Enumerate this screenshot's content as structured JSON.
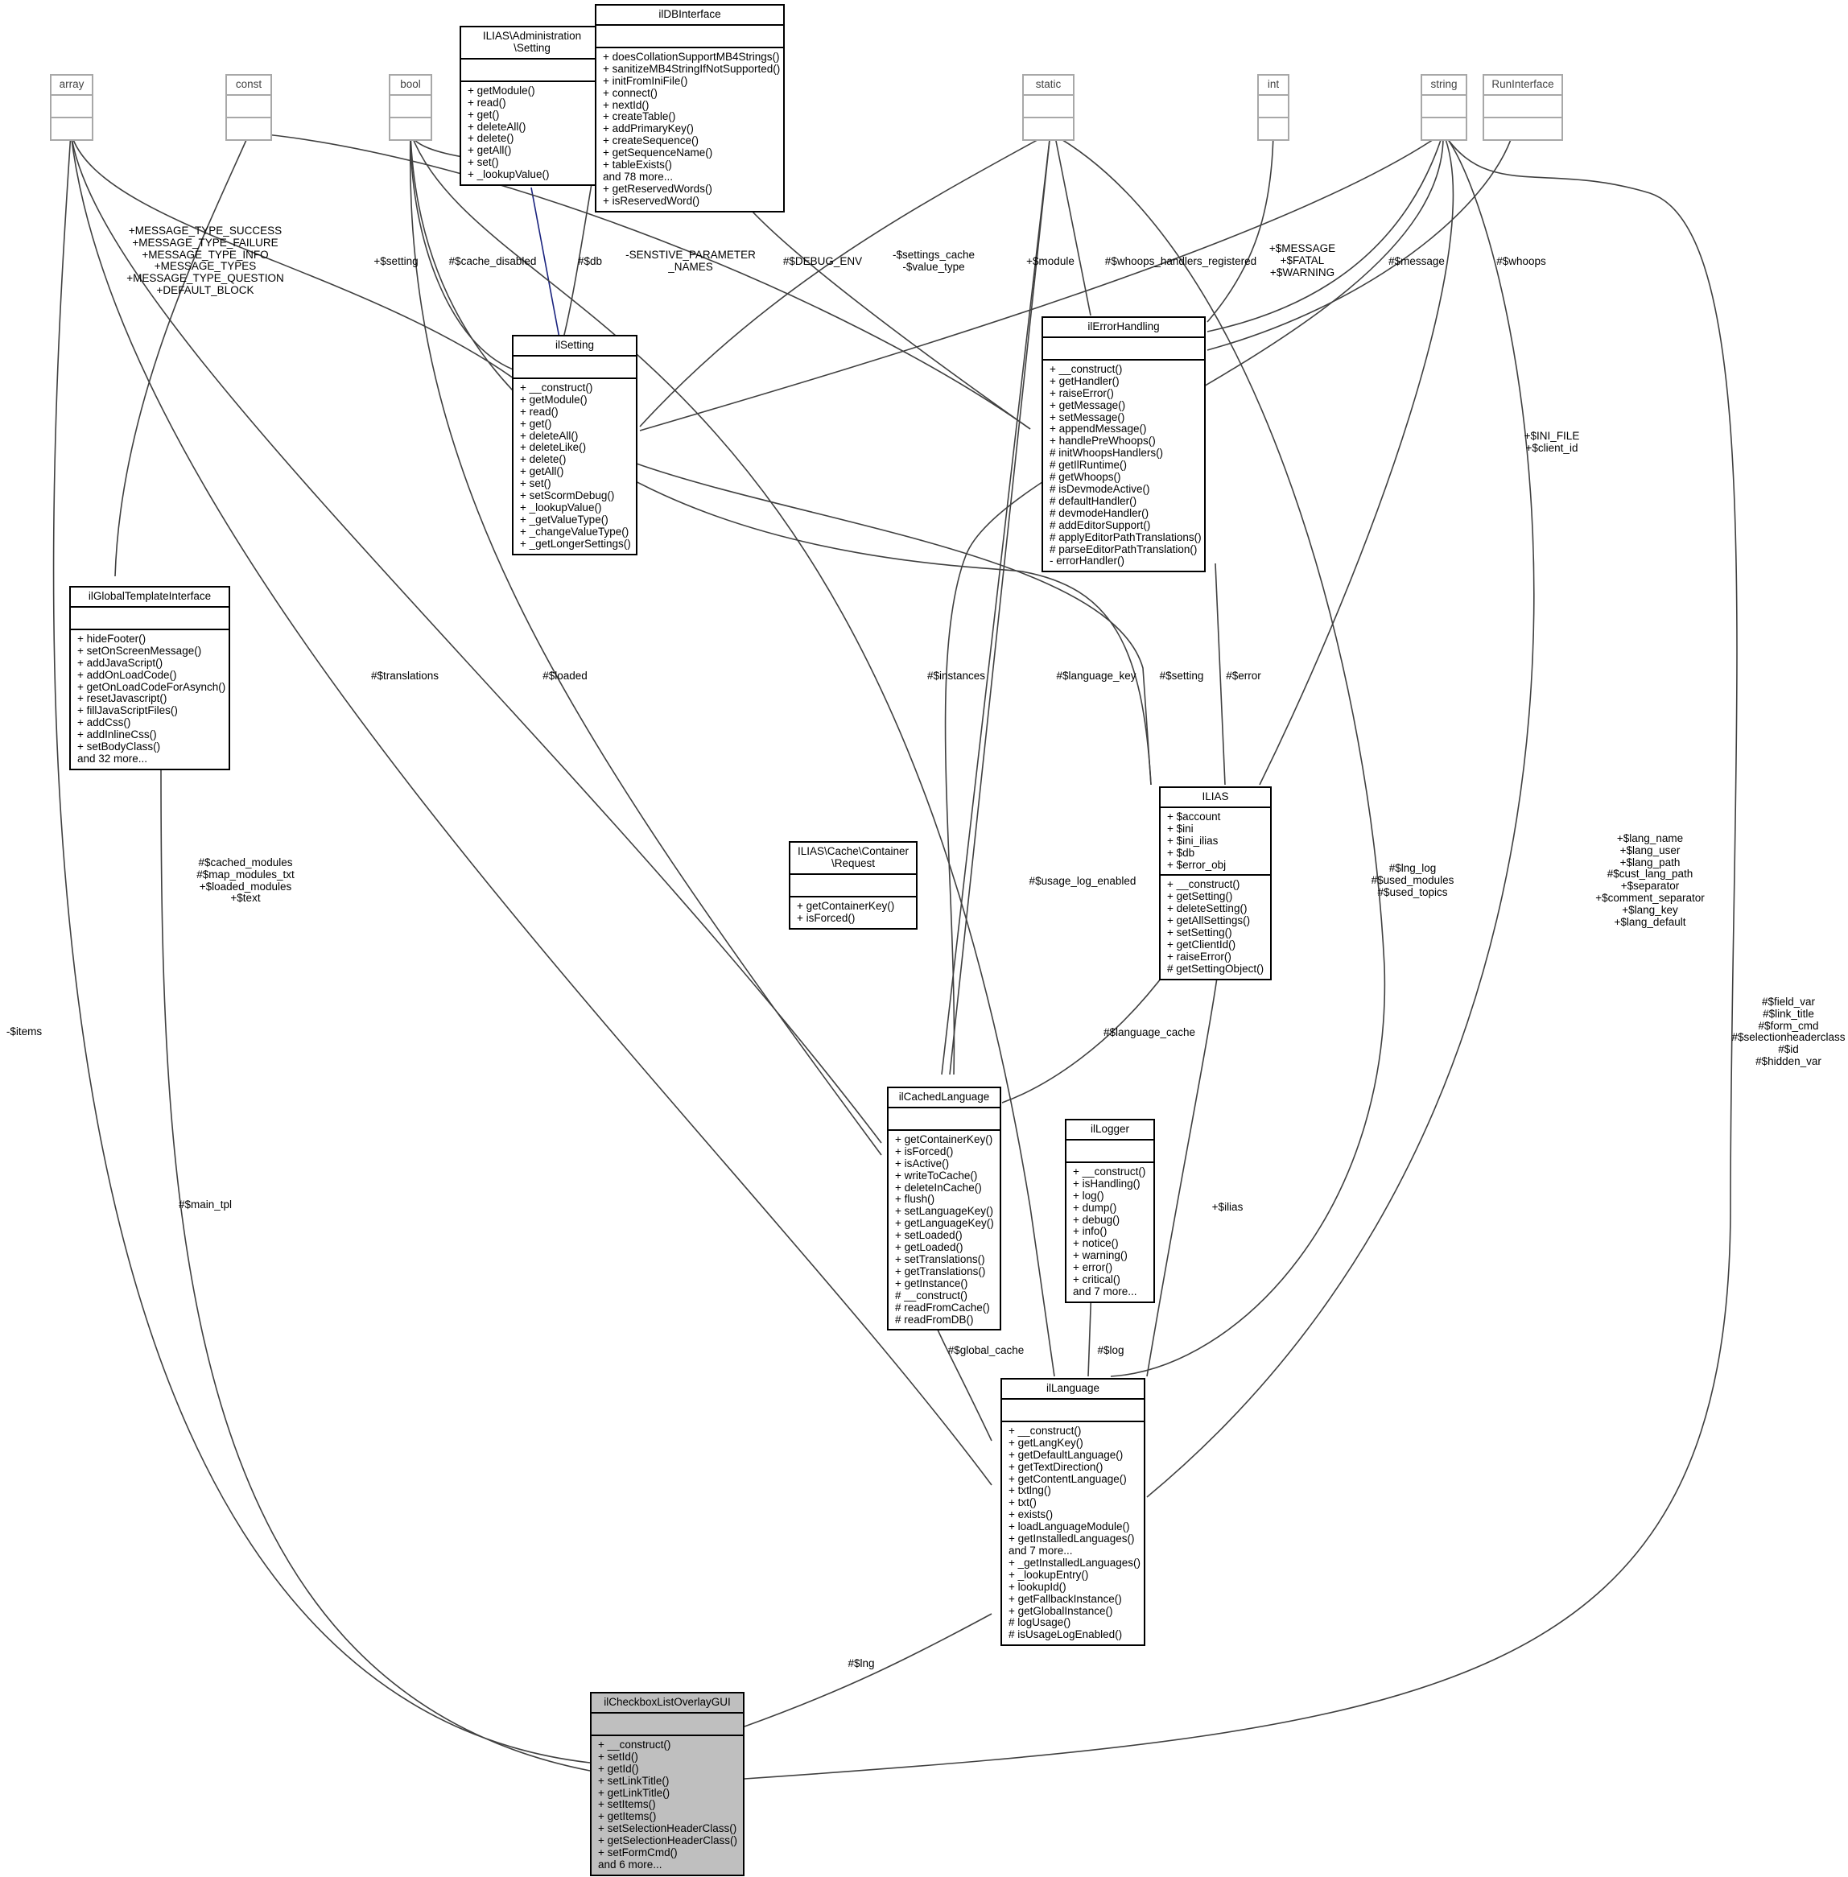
{
  "classes": {
    "array": {
      "name": "array",
      "attrs": [],
      "methods": []
    },
    "const": {
      "name": "const",
      "attrs": [],
      "methods": []
    },
    "bool": {
      "name": "bool",
      "attrs": [],
      "methods": []
    },
    "static": {
      "name": "static",
      "attrs": [],
      "methods": []
    },
    "int": {
      "name": "int",
      "attrs": [],
      "methods": []
    },
    "string": {
      "name": "string",
      "attrs": [],
      "methods": []
    },
    "runinterface": {
      "name": "RunInterface",
      "attrs": [],
      "methods": []
    },
    "admin_setting": {
      "name": "ILIAS\\Administration\n\\Setting",
      "attrs": [],
      "methods": [
        "+ getModule()",
        "+ read()",
        "+ get()",
        "+ deleteAll()",
        "+ delete()",
        "+ getAll()",
        "+ set()",
        "+ _lookupValue()"
      ]
    },
    "ildbinterface": {
      "name": "ilDBInterface",
      "attrs": [],
      "methods": [
        "+ doesCollationSupportMB4Strings()",
        "+ sanitizeMB4StringIfNotSupported()",
        "+ initFromIniFile()",
        "+ connect()",
        "+ nextId()",
        "+ createTable()",
        "+ addPrimaryKey()",
        "+ createSequence()",
        "+ getSequenceName()",
        "+ tableExists()",
        "and 78 more...",
        "+ getReservedWords()",
        "+ isReservedWord()"
      ]
    },
    "ilsetting": {
      "name": "ilSetting",
      "attrs": [],
      "methods": [
        "+ __construct()",
        "+ getModule()",
        "+ read()",
        "+ get()",
        "+ deleteAll()",
        "+ deleteLike()",
        "+ delete()",
        "+ getAll()",
        "+ set()",
        "+ setScormDebug()",
        "+ _lookupValue()",
        "+ _getValueType()",
        "+ _changeValueType()",
        "+ _getLongerSettings()"
      ]
    },
    "ilerrorhandling": {
      "name": "ilErrorHandling",
      "attrs": [],
      "methods": [
        "+ __construct()",
        "+ getHandler()",
        "+ raiseError()",
        "+ getMessage()",
        "+ setMessage()",
        "+ appendMessage()",
        "+ handlePreWhoops()",
        "# initWhoopsHandlers()",
        "# getIlRuntime()",
        "# getWhoops()",
        "# isDevmodeActive()",
        "# defaultHandler()",
        "# devmodeHandler()",
        "# addEditorSupport()",
        "# applyEditorPathTranslations()",
        "# parseEditorPathTranslation()",
        "- errorHandler()"
      ]
    },
    "ilglobaltemplate": {
      "name": "ilGlobalTemplateInterface",
      "attrs": [],
      "methods": [
        "+ hideFooter()",
        "+ setOnScreenMessage()",
        "+ addJavaScript()",
        "+ addOnLoadCode()",
        "+ getOnLoadCodeForAsynch()",
        "+ resetJavascript()",
        "+ fillJavaScriptFiles()",
        "+ addCss()",
        "+ addInlineCss()",
        "+ setBodyClass()",
        "and 32 more..."
      ]
    },
    "ilias": {
      "name": "ILIAS",
      "attrs": [
        "+ $account",
        "+ $ini",
        "+ $ini_ilias",
        "+ $db",
        "+ $error_obj"
      ],
      "methods": [
        "+ __construct()",
        "+ getSetting()",
        "+ deleteSetting()",
        "+ getAllSettings()",
        "+ setSetting()",
        "+ getClientId()",
        "+ raiseError()",
        "# getSettingObject()"
      ]
    },
    "cache_request": {
      "name": "ILIAS\\Cache\\Container\n\\Request",
      "attrs": [],
      "methods": [
        "+ getContainerKey()",
        "+ isForced()"
      ]
    },
    "ilcachedlanguage": {
      "name": "ilCachedLanguage",
      "attrs": [],
      "methods": [
        "+ getContainerKey()",
        "+ isForced()",
        "+ isActive()",
        "+ writeToCache()",
        "+ deleteInCache()",
        "+ flush()",
        "+ setLanguageKey()",
        "+ getLanguageKey()",
        "+ setLoaded()",
        "+ getLoaded()",
        "+ setTranslations()",
        "+ getTranslations()",
        "+ getInstance()",
        "# __construct()",
        "# readFromCache()",
        "# readFromDB()"
      ]
    },
    "illogger": {
      "name": "ilLogger",
      "attrs": [],
      "methods": [
        "+ __construct()",
        "+ isHandling()",
        "+ log()",
        "+ dump()",
        "+ debug()",
        "+ info()",
        "+ notice()",
        "+ warning()",
        "+ error()",
        "+ critical()",
        "and 7 more..."
      ]
    },
    "illanguage": {
      "name": "ilLanguage",
      "attrs": [],
      "methods": [
        "+ __construct()",
        "+ getLangKey()",
        "+ getDefaultLanguage()",
        "+ getTextDirection()",
        "+ getContentLanguage()",
        "+ txtlng()",
        "+ txt()",
        "+ exists()",
        "+ loadLanguageModule()",
        "+ getInstalledLanguages()",
        "and 7 more...",
        "+ _getInstalledLanguages()",
        "+ _lookupEntry()",
        "+ lookupId()",
        "+ getFallbackInstance()",
        "+ getGlobalInstance()",
        "# logUsage()",
        "# isUsageLogEnabled()"
      ]
    },
    "ilcheckbox": {
      "name": "ilCheckboxListOverlayGUI",
      "attrs": [],
      "methods": [
        "+ __construct()",
        "+ setId()",
        "+ getId()",
        "+ setLinkTitle()",
        "+ getLinkTitle()",
        "+ setItems()",
        "+ getItems()",
        "+ setSelectionHeaderClass()",
        "+ getSelectionHeaderClass()",
        "+ setFormCmd()",
        "and 6 more..."
      ]
    }
  },
  "labels": {
    "items": "-$items",
    "main_tpl": "#$main_tpl",
    "message_types": "+MESSAGE_TYPE_SUCCESS\n+MESSAGE_TYPE_FAILURE\n+MESSAGE_TYPE_INFO\n+MESSAGE_TYPES\n+MESSAGE_TYPE_QUESTION\n+DEFAULT_BLOCK",
    "setting_array": "+$setting",
    "cache_disabled": "#$cache_disabled",
    "db": "#$db",
    "sensitive": "-SENSTIVE_PARAMETER\n_NAMES",
    "debug_env": "#$DEBUG_ENV",
    "settings_cache": "-$settings_cache\n-$value_type",
    "module": "+$module",
    "whoops_registered": "#$whoops_handlers_registered",
    "message_fatal": "+$MESSAGE\n+$FATAL\n+$WARNING",
    "message": "#$message",
    "whoops": "#$whoops",
    "ini_file": "+$INI_FILE\n+$client_id",
    "translations": "#$translations",
    "loaded": "#$loaded",
    "instances": "#$instances",
    "language_key": "#$language_key",
    "setting_ilias": "#$setting",
    "error": "#$error",
    "cached_modules": "#$cached_modules\n#$map_modules_txt\n+$loaded_modules\n+$text",
    "usage_log": "#$usage_log_enabled",
    "lng_log": "#$lng_log\n#$used_modules\n#$used_topics",
    "lang_name": "+$lang_name\n+$lang_user\n+$lang_path\n#$cust_lang_path\n+$separator\n+$comment_separator\n+$lang_key\n+$lang_default",
    "field_var": "#$field_var\n#$link_title\n#$form_cmd\n#$selectionheaderclass\n#$id\n#$hidden_var",
    "language_cache": "#$language_cache",
    "ilias_ref": "+$ilias",
    "global_cache": "#$global_cache",
    "log": "#$log",
    "lng": "#$lng"
  }
}
